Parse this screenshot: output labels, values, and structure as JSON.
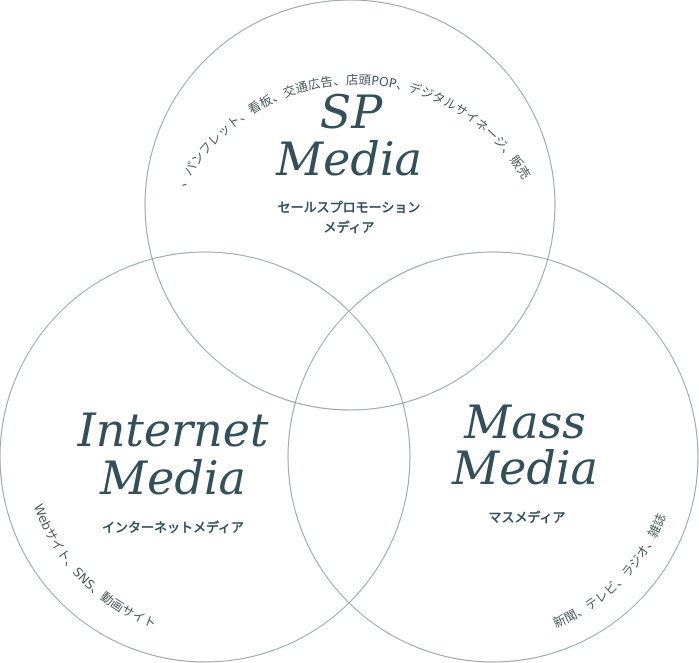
{
  "sp": {
    "title_line1": "SP",
    "title_line2": "Media",
    "subtitle_line1": "セールスプロモーション",
    "subtitle_line2": "メディア",
    "arc_text": "チラシ、パンフレット、看板、交通広告、店頭POP、デジタルサイネージ、販売グッズ"
  },
  "internet": {
    "title_line1": "Internet",
    "title_line2": "Media",
    "subtitle": "インターネットメディア",
    "arc_text": "Webサイト、SNS、動画サイト"
  },
  "mass": {
    "title_line1": "Mass",
    "title_line2": "Media",
    "subtitle": "マスメディア",
    "arc_text": "新聞、テレビ、ラジオ、雑誌"
  },
  "colors": {
    "text": "#33505a",
    "stroke": "#9aa3a3"
  }
}
